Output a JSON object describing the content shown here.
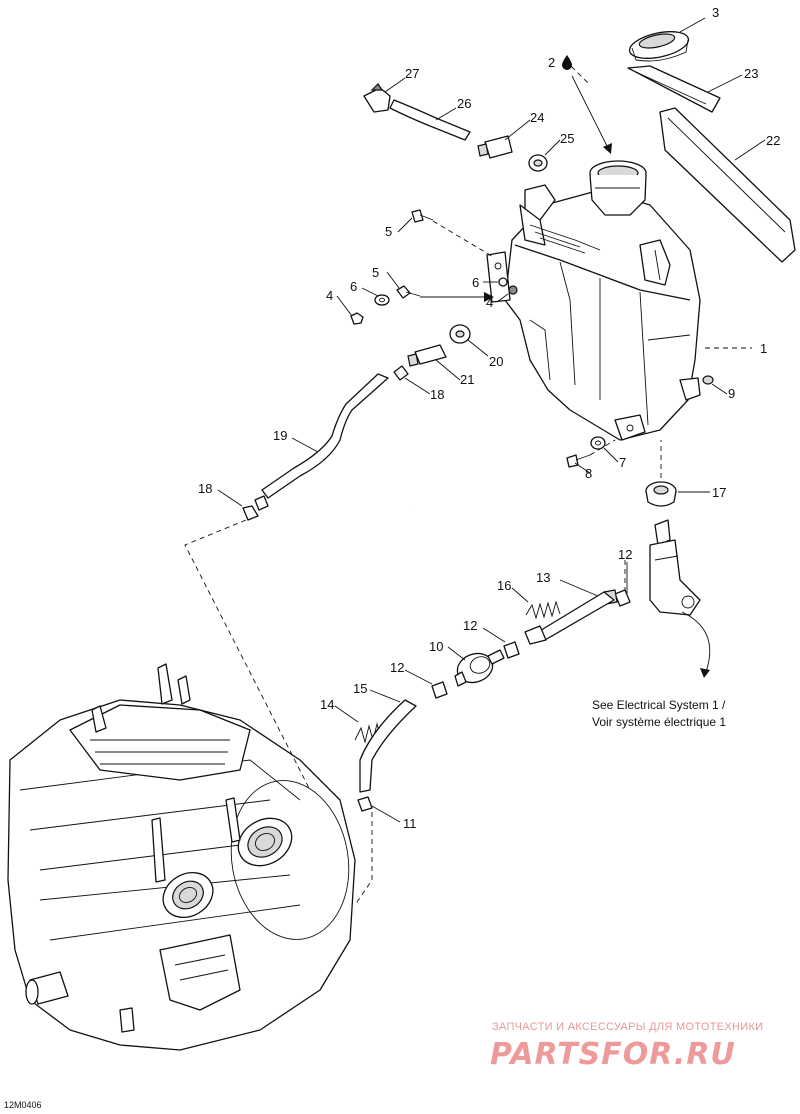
{
  "callouts": {
    "c1": "1",
    "c2": "2",
    "c3": "3",
    "c4a": "4",
    "c4b": "4",
    "c5a": "5",
    "c5b": "5",
    "c6a": "6",
    "c6b": "6",
    "c7": "7",
    "c8": "8",
    "c9": "9",
    "c10": "10",
    "c11": "11",
    "c12a": "12",
    "c12b": "12",
    "c12c": "12",
    "c13": "13",
    "c14": "14",
    "c15": "15",
    "c16": "16",
    "c17": "17",
    "c18a": "18",
    "c18b": "18",
    "c19": "19",
    "c20": "20",
    "c21": "21",
    "c22": "22",
    "c23": "23",
    "c24": "24",
    "c25": "25",
    "c26": "26",
    "c27": "27"
  },
  "reference_note": {
    "line1": "See Electrical System 1 /",
    "line2": "Voir système électrique 1"
  },
  "drawing_code": "12M0406",
  "watermark": {
    "tagline": "ЗАПЧАСТИ И АКСЕССУАРЫ ДЛЯ МОТОТЕХНИКИ",
    "brand": "PARTSFOR.RU",
    "color": "#e58f8f"
  }
}
